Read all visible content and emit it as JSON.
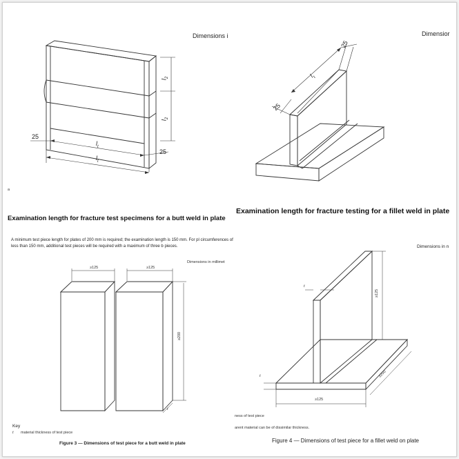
{
  "panel_tl": {
    "units_label": "Dimensions i",
    "dim_25_left": "25",
    "dim_25_right": "25",
    "dim_lt_upper": "l",
    "dim_lt_upper_sub": "t",
    "dim_lt_lower": "l",
    "dim_lt_lower_sub": "t",
    "dim_l2_top": "l",
    "dim_l2_top_sub": "2",
    "dim_l2_bottom": "l",
    "dim_l2_bottom_sub": "2",
    "stray_letter": "a",
    "caption": "Examination length for fracture test specimens for a butt weld in plate"
  },
  "panel_tr": {
    "units_label": "Dimensior",
    "dim_25_top": "25",
    "dim_25_side": "25",
    "dim_lt": "l",
    "dim_lt_sub": "t",
    "caption": "Examination length for fracture testing for a fillet weld in plate"
  },
  "panel_bl": {
    "paragraph": "A minimum test piece length for plates of 200 mm is required; the examination length is 150 mm. For pl circumferences of less than 150 mm, additional test pieces will be required with a maximum of three b pieces.",
    "units_label": "Dimensions in millimet",
    "dim_left_top": "≥125",
    "dim_right_top": "≥125",
    "dim_height": "≥200",
    "dim_t": "t",
    "key_title": "Key",
    "key_item_symbol": "t",
    "key_item_text": "material thickness of test piece",
    "caption": "Figure 3 — Dimensions of test piece for a butt weld in plate"
  },
  "panel_br": {
    "units_label": "Dimensions in n",
    "dim_t_upper": "t",
    "dim_t_lower": "t",
    "dim_height": "≥125",
    "dim_base_width": "≥125",
    "dim_base_length": "≥200",
    "note_1": "ness of test piece",
    "note_2": "arent material can be of dissimilar thickness.",
    "caption": "Figure 4 — Dimensions of test piece for a fillet weld on plate"
  }
}
